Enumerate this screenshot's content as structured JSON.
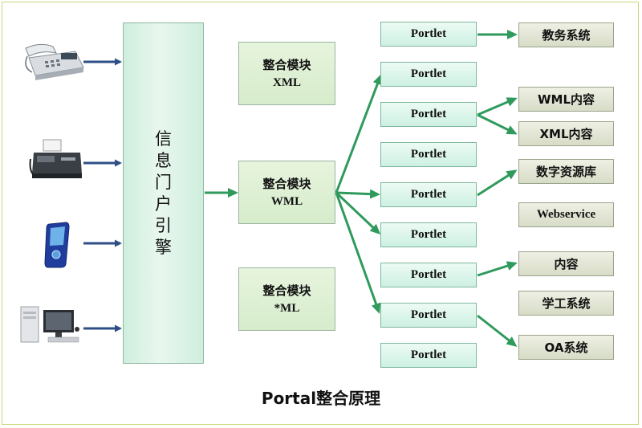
{
  "engine": {
    "label": "信息门户引擎"
  },
  "modules": [
    "整合模块\nXML",
    "整合模块\nWML",
    "整合模块\n*ML"
  ],
  "portlets": [
    "Portlet",
    "Portlet",
    "Portlet",
    "Portlet",
    "Portlet",
    "Portlet",
    "Portlet",
    "Portlet",
    "Portlet"
  ],
  "targets": [
    "教务系统",
    "WML内容",
    "XML内容",
    "数字资源库",
    "Webservice",
    "内容",
    "学工系统",
    "OA系统"
  ],
  "caption": "Portal整合原理",
  "devices": [
    "phone-icon",
    "fax-icon",
    "mobile-phone-icon",
    "computer-icon"
  ],
  "colors": {
    "input_arrow": "#2e4f86",
    "flow_arrow": "#2f9a5c",
    "frame_border": "#c9d77a"
  }
}
